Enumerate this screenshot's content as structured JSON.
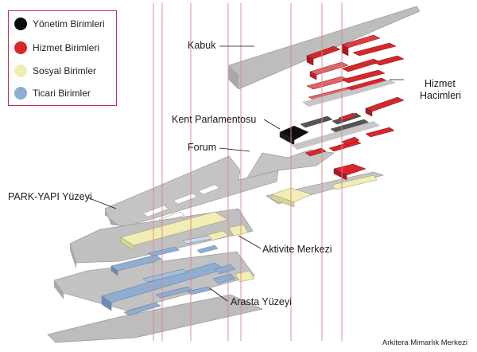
{
  "legend": {
    "items": [
      {
        "label": "Yönetim Birimleri",
        "color": "#0d0d0d"
      },
      {
        "label": "Hizmet Birimleri",
        "color": "#d9262b"
      },
      {
        "label": "Sosyal Birimler",
        "color": "#f1edb4"
      },
      {
        "label": "Ticari Birimler",
        "color": "#8fadd0"
      }
    ]
  },
  "labels": {
    "kabuk": "Kabuk",
    "hizmet_line1": "Hizmet",
    "hizmet_line2": "Hacimleri",
    "kent_parlamentosu": "Kent Parlamentosu",
    "forum": "Forum",
    "park_yapi": "PARK-YAPI Yüzeyi",
    "aktivite": "Aktivite Merkezi",
    "arasta": "Arasta Yüzeyi"
  },
  "credit": "Arkitera Mimarlık Merkezi",
  "colors": {
    "slab": "#bdbdbd",
    "guide_line": "#d9868f",
    "hizmet": "#d9262b",
    "yonetim": "#0d0d0d",
    "sosyal": "#f1edb4",
    "ticari": "#8fadd0"
  }
}
